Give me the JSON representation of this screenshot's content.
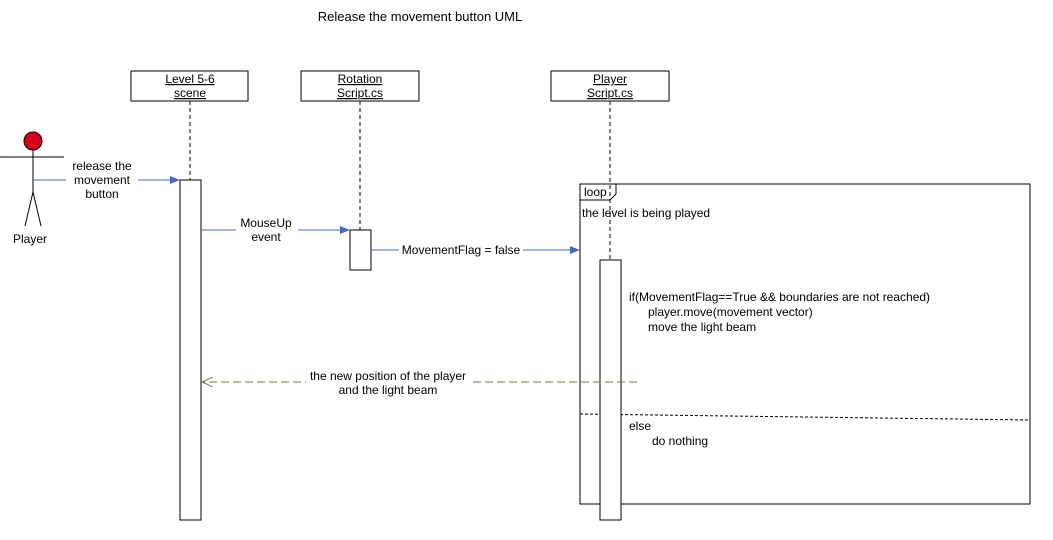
{
  "diagram": {
    "title": "Release the movement button UML",
    "actor": {
      "label": "Player"
    },
    "lifelines": [
      {
        "line1": "Level 5-6",
        "line2": "scene"
      },
      {
        "line1": "Rotation ",
        "line2": "Script.cs"
      },
      {
        "line1": "Player",
        "line2": "Script.cs"
      }
    ],
    "messages": {
      "release": [
        "release the",
        "movement",
        "button"
      ],
      "mouseup": [
        "MouseUp",
        "event"
      ],
      "flag": "MovementFlag = false",
      "return": [
        "the new position of the player",
        "and the light beam"
      ]
    },
    "loop": {
      "tag": "loop",
      "guard": "the level is being played",
      "if_lines": [
        "if(MovementFlag==True && boundaries are not reached)",
        "player.move(movement vector)",
        "move the light beam"
      ],
      "else_lines": [
        "else",
        "do nothing"
      ]
    },
    "colors": {
      "message": "#3a6fc4",
      "return": "#5a8a3c",
      "actor_head": "#d9001b"
    }
  }
}
